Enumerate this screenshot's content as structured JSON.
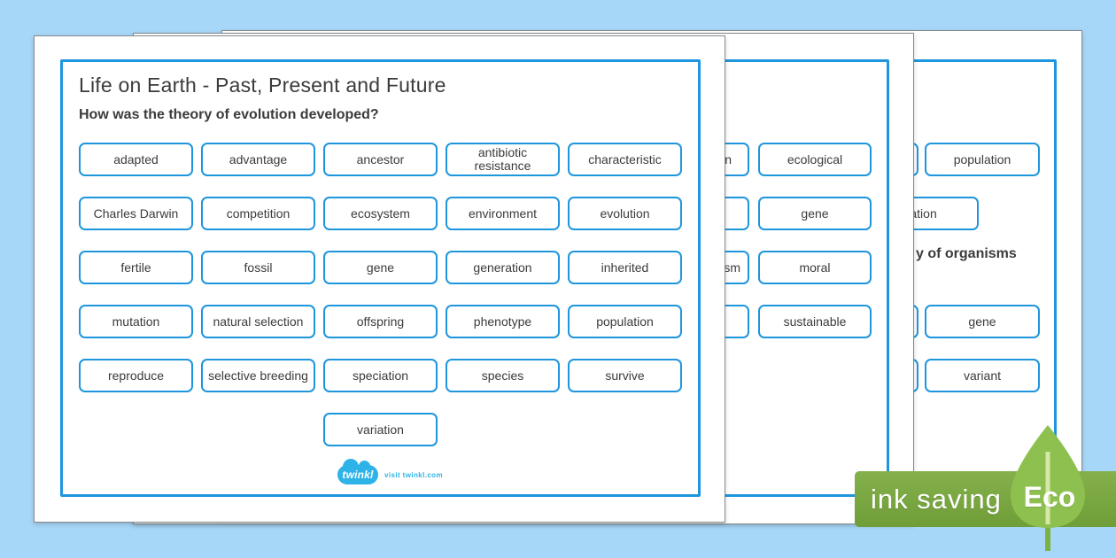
{
  "colors": {
    "background": "#a7d7f8",
    "accent_blue": "#1e96dd",
    "text": "#3b3b3b",
    "banner_green": "#79a73f",
    "leaf_green": "#8ec050",
    "logo_blue": "#2eb3e8"
  },
  "front_page": {
    "title": "Life on Earth - Past, Present and Future",
    "question": "How was the theory of evolution developed?",
    "cards": [
      "adapted",
      "advantage",
      "ancestor",
      "antibiotic resistance",
      "characteristic",
      "Charles Darwin",
      "competition",
      "ecosystem",
      "environment",
      "evolution",
      "fertile",
      "fossil",
      "gene",
      "generation",
      "inherited",
      "mutation",
      "natural selection",
      "offspring",
      "phenotype",
      "population",
      "reproduce",
      "selective breeding",
      "speciation",
      "species",
      "survive",
      "variation"
    ],
    "logo": {
      "brand": "twinkl",
      "tagline": "visit twinkl.com"
    }
  },
  "middle_page": {
    "visible_cards": [
      "ecological",
      "gene",
      "moral",
      "sustainable"
    ],
    "partial_fragments": [
      "n",
      "sm"
    ]
  },
  "back_page": {
    "visible_cards": [
      "population",
      "gene",
      "variant"
    ],
    "partial_card_fragment": "iation",
    "heading_fragment": "y of organisms"
  },
  "eco_badge": {
    "label": "ink saving",
    "eco": "Eco"
  }
}
